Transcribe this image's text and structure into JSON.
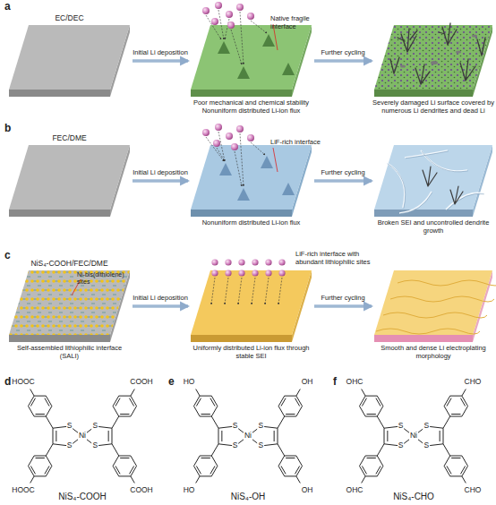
{
  "diagram": {
    "nodes": [
      {
        "text": [
          "EC/DEC"
        ]
      },
      {
        "text": [
          "Poor mechanical and chemical stability",
          "Nonuniform distributed Li-ion flux"
        ]
      },
      {
        "text": [
          "Severely damaged Li surface covered by numerous Li dendrites and dead Li"
        ]
      },
      {
        "text": [
          "FEC/DME"
        ]
      },
      {
        "text": [
          "Nonuniform distributed Li-ion flux"
        ]
      },
      {
        "text": [
          "Broken SEI and uncontrolled dendrite growth"
        ]
      },
      {
        "text": [
          "NiS₄-COOH/FEC/DME",
          "Self-assembled lithiophilic interface (SALI)"
        ]
      },
      {
        "text": [
          "Uniformly distributed Li-ion flux through stable SEI"
        ]
      },
      {
        "text": [
          "Smooth and dense Li electroplating morphology"
        ]
      }
    ],
    "edges": [
      {
        "from": 0,
        "to": 1,
        "arrow": "to",
        "label": "Initial Li deposition"
      },
      {
        "from": 1,
        "to": 2,
        "arrow": "to",
        "label": "Further cycling"
      },
      {
        "from": 3,
        "to": 4,
        "arrow": "to",
        "label": "Initial Li deposition"
      },
      {
        "from": 4,
        "to": 5,
        "arrow": "to",
        "label": "Further cycling"
      },
      {
        "from": 6,
        "to": 7,
        "arrow": "to",
        "label": "Initial Li deposition"
      },
      {
        "from": 7,
        "to": 8,
        "arrow": "to",
        "label": "Further cycling"
      }
    ],
    "labels": [
      "a",
      "Native fragile interface",
      "b",
      "LiF-rich interface",
      "c",
      "Ni-bis(dithiolene) sites",
      "LiF-rich interface with abundant lithiophilic sites",
      "d",
      "e",
      "f",
      "HOOC",
      "COOH",
      "HOOC",
      "COOH",
      "S",
      "S",
      "S",
      "S",
      "Ni",
      "NiS₄-COOH",
      "HO",
      "OH",
      "HO",
      "OH",
      "S",
      "S",
      "S",
      "S",
      "Ni",
      "NiS₄-OH",
      "OHC",
      "CHO",
      "OHC",
      "CHO",
      "S",
      "S",
      "S",
      "S",
      "Ni",
      "NiS₄-CHO"
    ]
  }
}
